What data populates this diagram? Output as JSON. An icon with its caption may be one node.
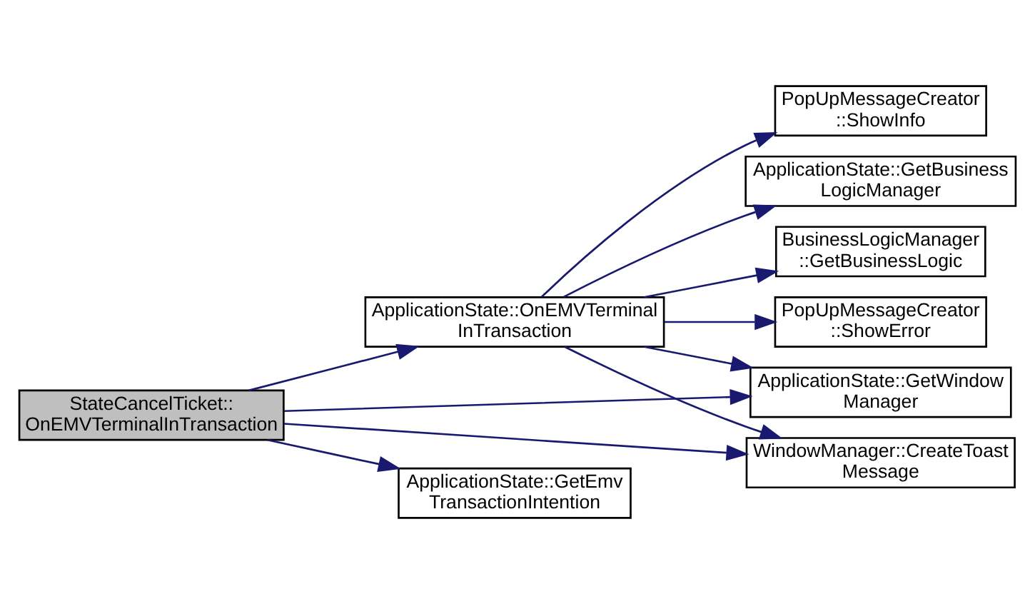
{
  "diagram": {
    "nodes": [
      {
        "text": [
          "StateCancelTicket:: OnEMVTerminalInTransaction"
        ]
      },
      {
        "text": [
          "ApplicationState::OnEMVTerminal InTransaction"
        ]
      },
      {
        "text": [
          "ApplicationState::GetEmv TransactionIntention"
        ]
      },
      {
        "text": [
          "BusinessLogicManager ::GetBusinessLogic"
        ]
      },
      {
        "text": [
          "PopUpMessageCreator ::ShowError"
        ]
      },
      {
        "text": [
          "PopUpMessageCreator ::ShowInfo"
        ]
      },
      {
        "text": [
          "ApplicationState::GetBusiness LogicManager"
        ]
      },
      {
        "text": [
          "ApplicationState::GetWindow Manager"
        ]
      },
      {
        "text": [
          "WindowManager::CreateToast Message"
        ]
      }
    ],
    "edges": [
      {
        "from": 0,
        "to": 1,
        "arrow": "to"
      },
      {
        "from": 0,
        "to": 7,
        "arrow": "to"
      },
      {
        "from": 0,
        "to": 8,
        "arrow": "to"
      },
      {
        "from": 0,
        "to": 2,
        "arrow": "to"
      },
      {
        "from": 1,
        "to": 3,
        "arrow": "to"
      },
      {
        "from": 1,
        "to": 4,
        "arrow": "to"
      },
      {
        "from": 1,
        "to": 5,
        "arrow": "to"
      },
      {
        "from": 1,
        "to": 6,
        "arrow": "to"
      },
      {
        "from": 1,
        "to": 7,
        "arrow": "to"
      },
      {
        "from": 1,
        "to": 8,
        "arrow": "to"
      }
    ]
  }
}
